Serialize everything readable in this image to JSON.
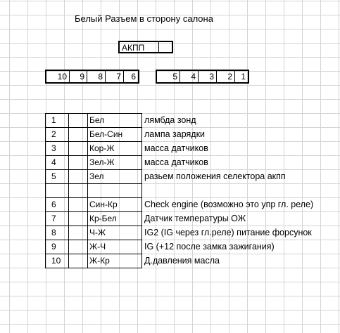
{
  "title": "Белый Разъем в сторону салона",
  "akpp_label": "АКПП",
  "pins_left": [
    "10",
    "9",
    "8",
    "7",
    "6"
  ],
  "pins_right": [
    "5",
    "4",
    "3",
    "2",
    "1"
  ],
  "rows": [
    {
      "num": "1",
      "color": "Бел",
      "desc": "лямбда зонд"
    },
    {
      "num": "2",
      "color": "Бел-Син",
      "desc": "лампа зарядки"
    },
    {
      "num": "3",
      "color": "Кор-Ж",
      "desc": "масса датчиков"
    },
    {
      "num": "4",
      "color": "Зел-Ж",
      "desc": "масса датчиков"
    },
    {
      "num": "5",
      "color": "Зел",
      "desc": "разьем положения селектора акпп"
    },
    {
      "num": "",
      "color": "",
      "desc": ""
    },
    {
      "num": "6",
      "color": "Син-Кр",
      "desc": "Check engine (возможно это упр гл. реле)"
    },
    {
      "num": "7",
      "color": "Кр-Бел",
      "desc": "Датчик температуры ОЖ"
    },
    {
      "num": "8",
      "color": "Ч-Ж",
      "desc": "IG2 (IG через гл.реле) питание форсунок"
    },
    {
      "num": "9",
      "color": "Ж-Ч",
      "desc": "IG (+12 после замка зажигания)"
    },
    {
      "num": "10",
      "color": "Ж-Кр",
      "desc": "Д.давления масла"
    }
  ]
}
